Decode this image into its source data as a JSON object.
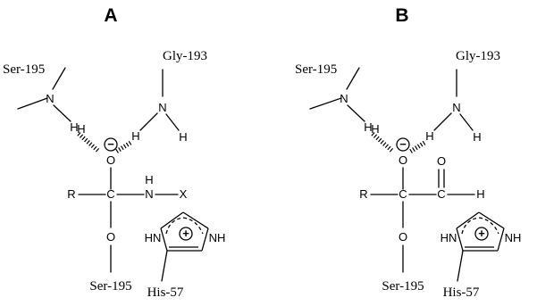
{
  "panels": [
    {
      "letter": "A",
      "labels": {
        "ser195_top": "Ser-195",
        "gly193": "Gly-193",
        "n_left": "N",
        "h_left_nh": "H",
        "n_right": "N",
        "h_right_nh": "H",
        "h_left_hb": "H",
        "h_right_hb": "H",
        "o_oxyanion": "O",
        "oxy_charge": "−",
        "r": "R",
        "c_center": "C",
        "n_sub": "N",
        "h_sub": "H",
        "x_sub": "X",
        "o_ser": "O",
        "ser195_bottom": "Ser-195",
        "his57": "His-57",
        "hn_imid": "HN",
        "nh_imid": "NH",
        "his_charge": "+"
      }
    },
    {
      "letter": "B",
      "labels": {
        "ser195_top": "Ser-195",
        "gly193": "Gly-193",
        "n_left": "N",
        "h_left_nh": "H",
        "n_right": "N",
        "h_right_nh": "H",
        "h_left_hb": "H",
        "h_right_hb": "H",
        "o_oxyanion": "O",
        "oxy_charge": "−",
        "r": "R",
        "c_center": "C",
        "c_ald": "C",
        "o_ald": "O",
        "h_ald": "H",
        "o_ser": "O",
        "ser195_bottom": "Ser-195",
        "his57": "His-57",
        "hn_imid": "HN",
        "nh_imid": "NH",
        "his_charge": "+"
      }
    }
  ]
}
